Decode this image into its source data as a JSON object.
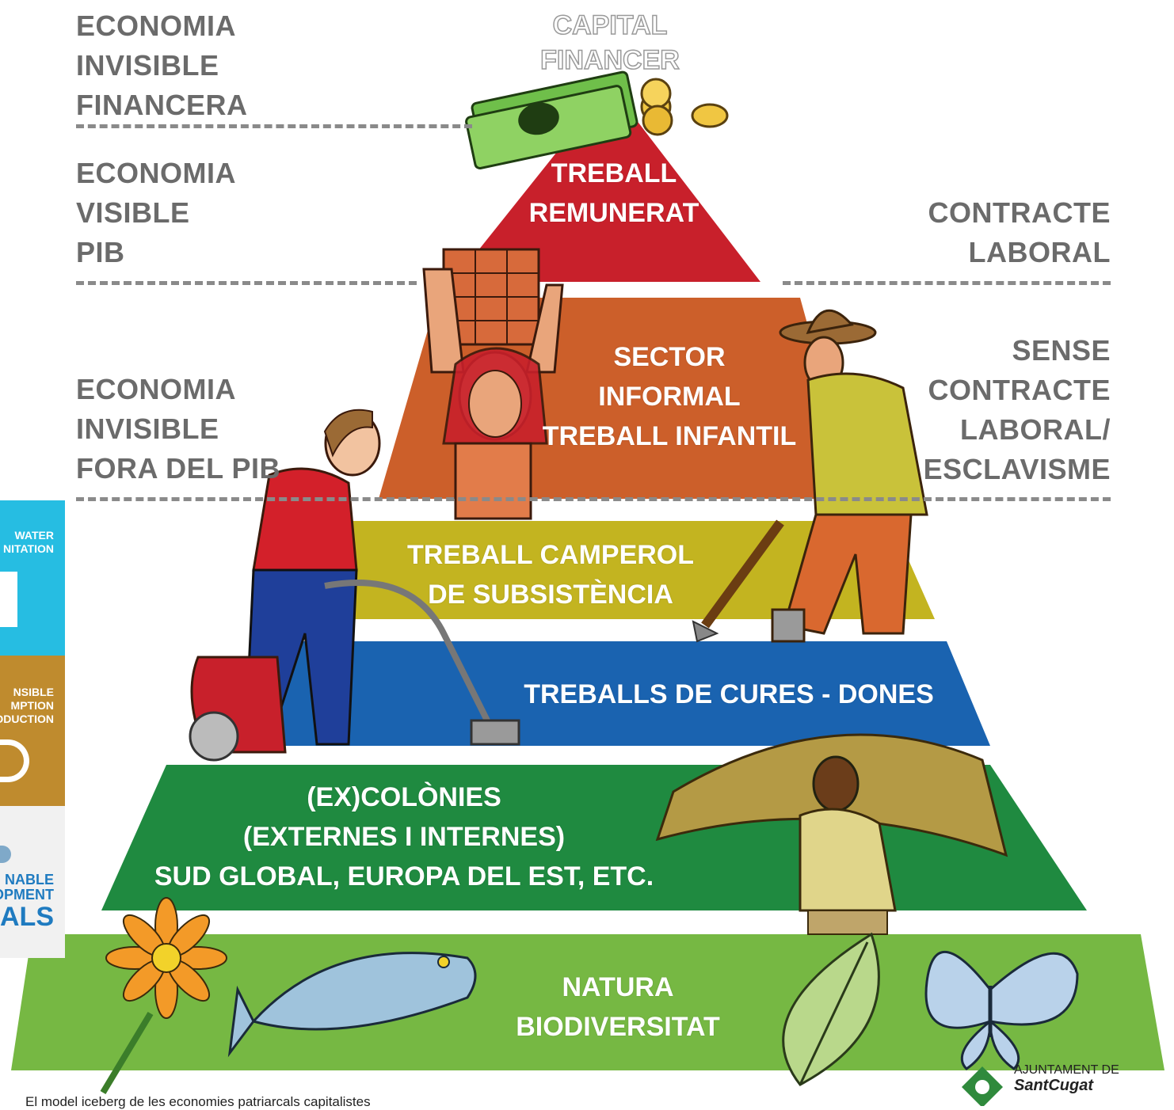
{
  "left_labels": {
    "financial": [
      "ECONOMIA",
      "INVISIBLE",
      "FINANCERA"
    ],
    "visible": [
      "ECONOMIA",
      "VISIBLE",
      "PIB"
    ],
    "outside": [
      "ECONOMIA",
      "INVISIBLE",
      "FORA DEL PIB"
    ]
  },
  "right_labels": {
    "contract": [
      "CONTRACTE",
      "LABORAL"
    ],
    "no_contract": [
      "SENSE",
      "CONTRACTE",
      "LABORAL/",
      "ESCLAVISME"
    ]
  },
  "apex": [
    "CAPITAL",
    "FINANCER"
  ],
  "tiers": [
    {
      "id": "paid",
      "lines": [
        "TREBALL",
        "REMUNERAT"
      ],
      "color": "#c8202b"
    },
    {
      "id": "informal",
      "lines": [
        "SECTOR",
        "INFORMAL",
        "TREBALL INFANTIL"
      ],
      "color": "#cc5f2a"
    },
    {
      "id": "peasant",
      "lines": [
        "TREBALL CAMPEROL",
        "DE SUBSISTÈNCIA"
      ],
      "color": "#c3b420"
    },
    {
      "id": "care",
      "lines": [
        "TREBALLS DE CURES - DONES"
      ],
      "color": "#1a63b0"
    },
    {
      "id": "colonies",
      "lines": [
        "(EX)COLÒNIES",
        "(EXTERNES I INTERNES)",
        "SUD GLOBAL, EUROPA DEL EST, ETC."
      ],
      "color": "#1f8a40"
    },
    {
      "id": "nature",
      "lines": [
        "NATURA",
        "BIODIVERSITAT"
      ],
      "color": "#76b843"
    }
  ],
  "sdg_panel": {
    "water": [
      "WATER",
      "NITATION"
    ],
    "consumption": [
      "NSIBLE",
      "MPTION",
      "RODUCTION"
    ],
    "goals": [
      "NABLE",
      "OPMENT",
      "ALS"
    ],
    "colors": {
      "water": "#26bde2",
      "consumption": "#bf8b2e",
      "goals": "#f1f1f1"
    }
  },
  "caption": "El model iceberg de les economies patriarcals capitalistes",
  "logo": {
    "line1": "AJUNTAMENT DE",
    "line2": "SantCugat"
  }
}
